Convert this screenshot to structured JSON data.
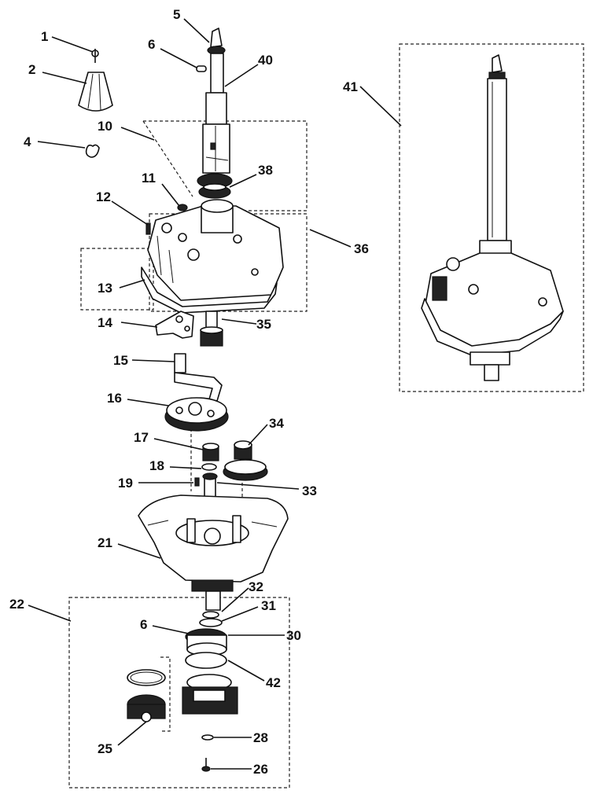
{
  "diagram": {
    "callouts": [
      "1",
      "2",
      "4",
      "5",
      "6",
      "40",
      "10",
      "11",
      "38",
      "12",
      "36",
      "13",
      "14",
      "35",
      "15",
      "16",
      "17",
      "34",
      "18",
      "19",
      "33",
      "21",
      "22",
      "32",
      "31",
      "30",
      "42",
      "25",
      "28",
      "26",
      "41"
    ]
  }
}
